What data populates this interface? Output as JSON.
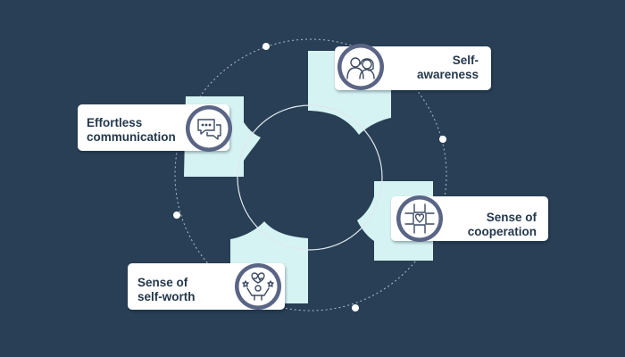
{
  "colors": {
    "background": "#293f55",
    "card": "#ffffff",
    "tab": "#d6f3f3",
    "icon_ring": "#5a6585",
    "icon_stroke": "#3d4a63",
    "guide_line": "#c7d3df",
    "text": "#24384c"
  },
  "items": [
    {
      "id": "self-awareness",
      "label_lines": [
        "Self-",
        "awareness"
      ],
      "icon": "people-headset-icon"
    },
    {
      "id": "effortless-communication",
      "label_lines": [
        "Effortless",
        "communication"
      ],
      "icon": "chat-bubbles-icon"
    },
    {
      "id": "sense-of-cooperation",
      "label_lines": [
        "Sense of",
        "cooperation"
      ],
      "icon": "teamwork-hands-heart-icon"
    },
    {
      "id": "sense-of-self-worth",
      "label_lines": [
        "Sense of",
        "self-worth"
      ],
      "icon": "person-heart-stars-icon"
    }
  ]
}
